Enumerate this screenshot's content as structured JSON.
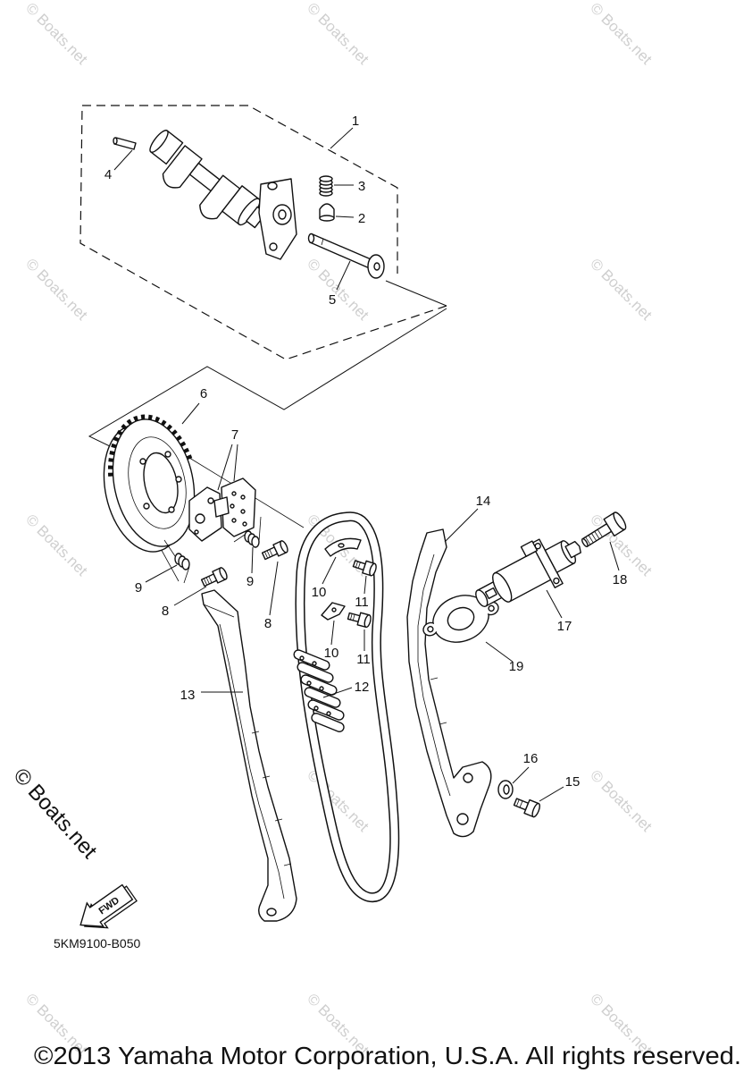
{
  "watermark": "© Boats.net",
  "side_mark": "© Boats.net",
  "callouts": [
    "1",
    "4",
    "3",
    "2",
    "5",
    "6",
    "7",
    "9",
    "9",
    "8",
    "8",
    "10",
    "11",
    "10",
    "11",
    "12",
    "13",
    "14",
    "18",
    "17",
    "19",
    "16",
    "15"
  ],
  "fwd_label": "FWD",
  "diagram_code": "5KM9100-B050",
  "copyright": "©2013 Yamaha Motor Corporation, U.S.A. All rights reserved."
}
